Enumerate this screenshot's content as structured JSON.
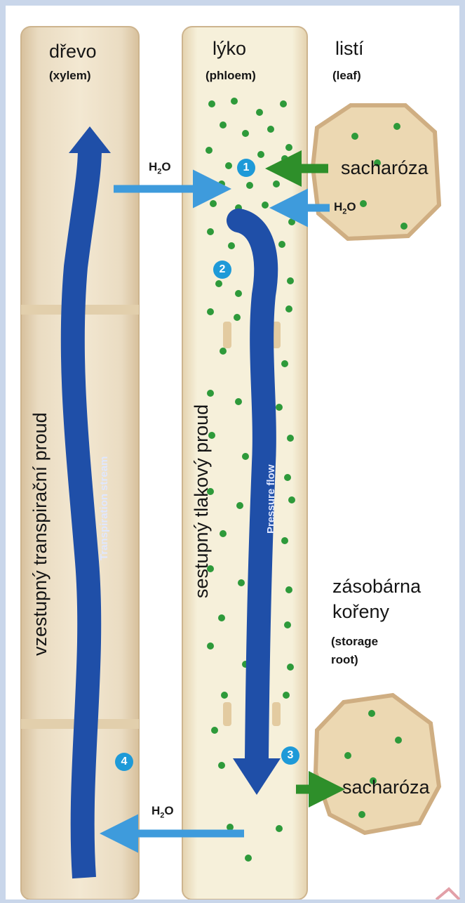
{
  "labels": {
    "xylem_cz": "dřevo",
    "xylem_en": "(xylem)",
    "phloem_cz": "lýko",
    "phloem_en": "(phloem)",
    "leaf_cz": "listí",
    "leaf_en": "(leaf)",
    "storage_cz_1": "zásobárna",
    "storage_cz_2": "kořeny",
    "storage_en_1": "(storage",
    "storage_en_2": "root)",
    "sucrose_top": "sacharóza",
    "sucrose_bottom": "sacharóza",
    "ascending_stream": "vzestupný transpirační proud",
    "descending_stream": "sestupný tlakový proud",
    "transpiration_stream": "Transpiration stream",
    "pressure_flow": "Pressure flow",
    "water_1": "H",
    "water_2": "H",
    "water_3": "H",
    "water_sub": "2",
    "water_o": "O"
  },
  "steps": [
    "1",
    "2",
    "3",
    "4"
  ],
  "colors": {
    "background": "#c9d6ea",
    "tube_fill": "#e9dcc3",
    "tube_wall": "#d0b896",
    "phloem_fill": "#f4efd6",
    "cell_fill": "#efdcb6",
    "flow_arrow": "#1f4fa8",
    "water_arrow": "#3e9bdc",
    "sucrose_arrow": "#2e8f2a",
    "sucrose_dot": "#2e9a3a",
    "step_badge": "#1e9ad8"
  },
  "icons": [
    "leaf-cell",
    "storage-root-cell",
    "sucrose-molecule-dots",
    "flow-arrow",
    "water-arrow",
    "sucrose-arrow"
  ]
}
